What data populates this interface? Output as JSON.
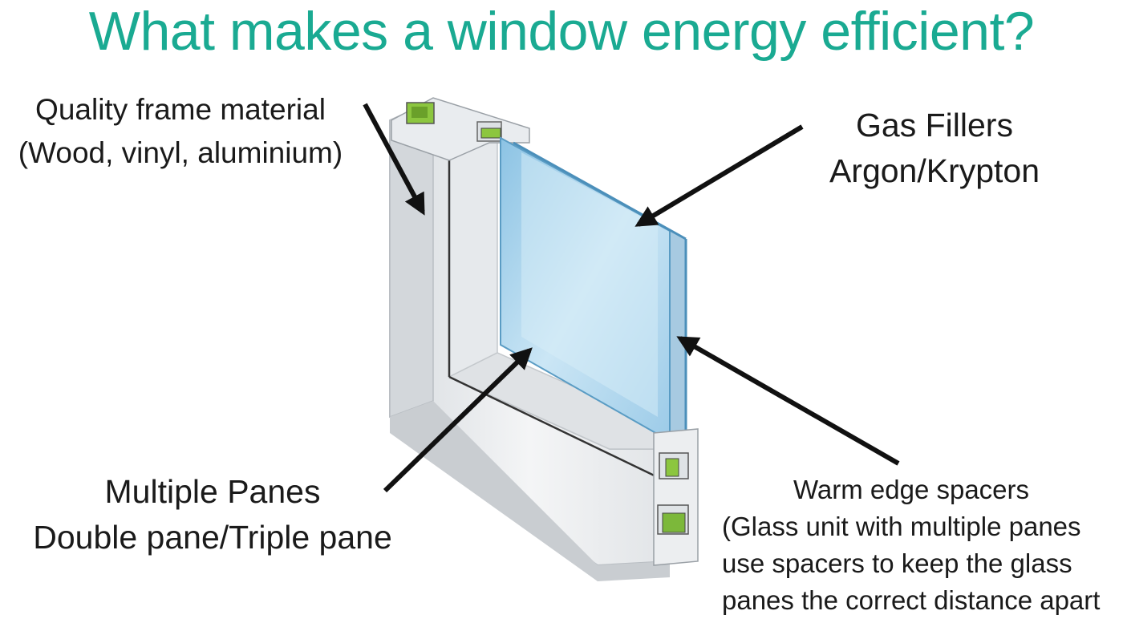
{
  "title": "What makes a window energy efficient?",
  "labels": {
    "frame": {
      "line1": "Quality frame material",
      "line2": "(Wood, vinyl, aluminium)"
    },
    "gas": {
      "line1": "Gas Fillers",
      "line2": "Argon/Krypton"
    },
    "panes": {
      "line1": "Multiple Panes",
      "line2": "Double pane/Triple pane"
    },
    "spacer": {
      "line1": "Warm edge spacers",
      "line2": "(Glass unit with multiple panes",
      "line3": "use spacers to keep the glass",
      "line4": "panes the correct distance apart"
    }
  },
  "colors": {
    "title": "#1aaa92",
    "text": "#1a1a1a",
    "arrow": "#111111",
    "frame_face": "#eceef0",
    "frame_shadow": "#cfd3d7",
    "glass": "#a8d4ec",
    "glass_edge": "#5a9cc4",
    "gasket": "#7cb83a"
  },
  "icons": [
    "arrow-frame-icon",
    "arrow-gas-icon",
    "arrow-panes-icon",
    "arrow-spacer-icon"
  ]
}
